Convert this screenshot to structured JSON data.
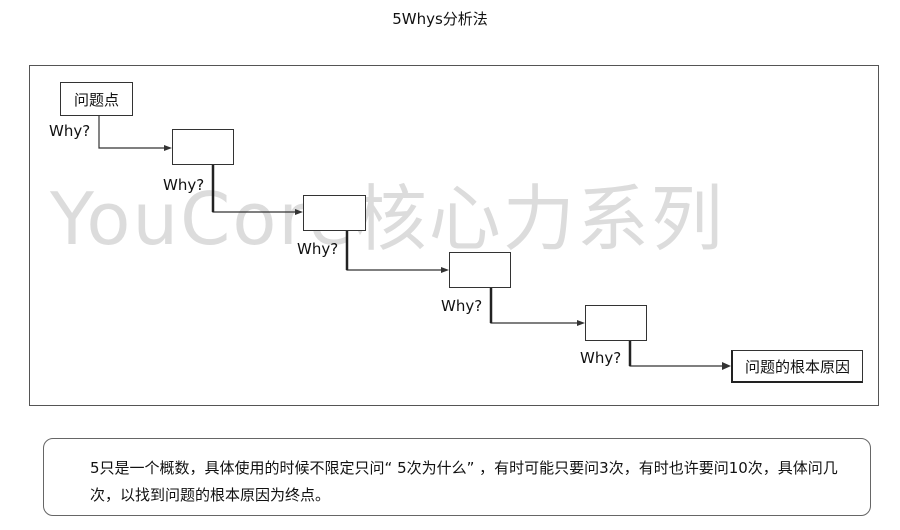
{
  "title": "5Whys分析法",
  "watermark": "YouCore核心力系列",
  "start_box": "问题点",
  "end_box": "问题的根本原因",
  "why_label": "Why?",
  "note": "5只是一个概数，具体使用的时候不限定只问“ 5次为什么” ，有时可能只要问3次，有时也许要问10次，具体问几次，以找到问题的根本原因为终点。"
}
